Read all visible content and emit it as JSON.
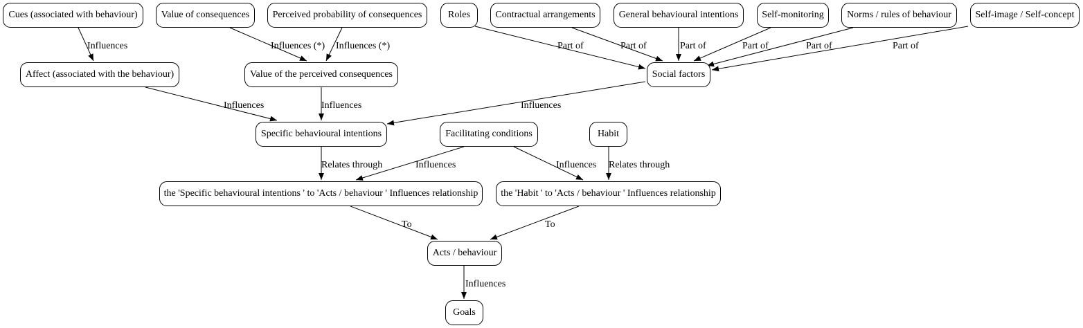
{
  "nodes": {
    "cues": "Cues (associated with behaviour)",
    "value_conseq": "Value of consequences",
    "perceived_prob": "Perceived probability of consequences",
    "roles": "Roles",
    "contractual": "Contractual arrangements",
    "general_intent": "General behavioural intentions",
    "self_monitoring": "Self-monitoring",
    "norms": "Norms / rules of behaviour",
    "self_image": "Self-image / Self-concept",
    "affect": "Affect (associated with the behaviour)",
    "value_perceived": "Value of the perceived consequences",
    "social": "Social factors",
    "specific_intent": "Specific behavioural intentions",
    "facilitating": "Facilitating conditions",
    "habit": "Habit",
    "rel_specific": "the 'Specific behavioural intentions ' to 'Acts / behaviour ' Influences relationship",
    "rel_habit": "the 'Habit ' to 'Acts / behaviour ' Influences relationship",
    "acts": "Acts / behaviour",
    "goals": "Goals"
  },
  "edges": [
    {
      "from": "cues",
      "to": "affect",
      "label": "Influences"
    },
    {
      "from": "value_conseq",
      "to": "value_perceived",
      "label": "Influences (*)"
    },
    {
      "from": "perceived_prob",
      "to": "value_perceived",
      "label": "Influences (*)"
    },
    {
      "from": "roles",
      "to": "social",
      "label": "Part of"
    },
    {
      "from": "contractual",
      "to": "social",
      "label": "Part of"
    },
    {
      "from": "general_intent",
      "to": "social",
      "label": "Part of"
    },
    {
      "from": "self_monitoring",
      "to": "social",
      "label": "Part of"
    },
    {
      "from": "norms",
      "to": "social",
      "label": "Part of"
    },
    {
      "from": "self_image",
      "to": "social",
      "label": "Part of"
    },
    {
      "from": "affect",
      "to": "specific_intent",
      "label": "Influences"
    },
    {
      "from": "value_perceived",
      "to": "specific_intent",
      "label": "Influences"
    },
    {
      "from": "social",
      "to": "specific_intent",
      "label": "Influences"
    },
    {
      "from": "specific_intent",
      "to": "rel_specific",
      "label": "Relates through"
    },
    {
      "from": "facilitating",
      "to": "rel_specific",
      "label": "Influences"
    },
    {
      "from": "facilitating",
      "to": "rel_habit",
      "label": "Influences"
    },
    {
      "from": "habit",
      "to": "rel_habit",
      "label": "Relates through"
    },
    {
      "from": "rel_specific",
      "to": "acts",
      "label": "To"
    },
    {
      "from": "rel_habit",
      "to": "acts",
      "label": "To"
    },
    {
      "from": "acts",
      "to": "goals",
      "label": "Influences"
    }
  ]
}
